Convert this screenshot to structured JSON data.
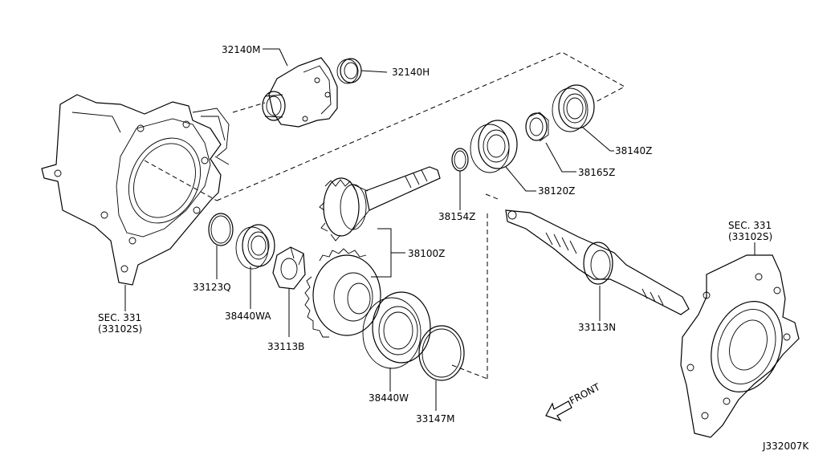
{
  "diagram": {
    "labels": {
      "p32140M": "32140M",
      "p32140H": "32140H",
      "p38140Z": "38140Z",
      "p38165Z": "38165Z",
      "p38120Z": "38120Z",
      "p38154Z": "38154Z",
      "p38100Z": "38100Z",
      "p33123Q": "33123Q",
      "p38440WA": "38440WA",
      "p33113B": "33113B",
      "p38440W": "38440W",
      "p33147M": "33147M",
      "p33113N": "33113N",
      "secLeft1": "SEC. 331",
      "secLeft2": "(33102S)",
      "secRight1": "SEC. 331",
      "secRight2": "(33102S)",
      "front": "FRONT",
      "code": "J332007K"
    }
  }
}
